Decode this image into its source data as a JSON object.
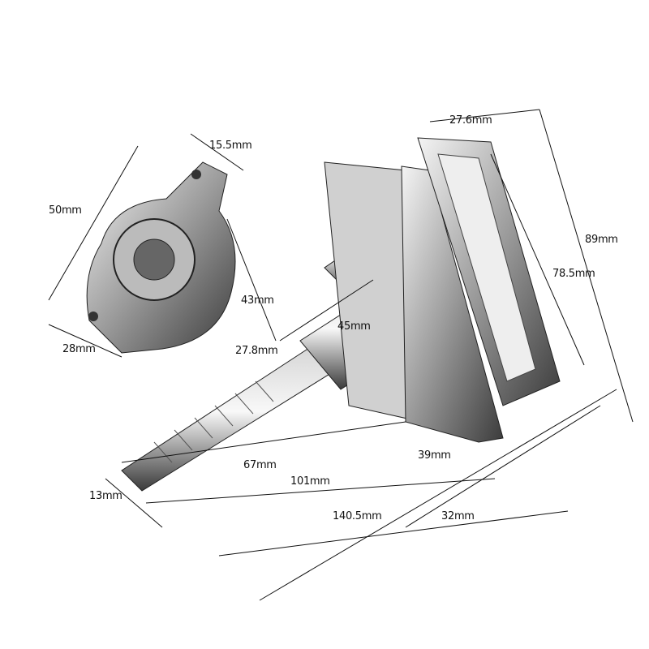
{
  "title": "Lock dimension diagram",
  "colors": {
    "metal_light": "#e6e6e6",
    "metal_mid": "#a8a8a8",
    "metal_dark": "#4a4a4a",
    "line": "#111111"
  },
  "dimensions": {
    "cam_width": "15.5mm",
    "cam_length": "50mm",
    "cam_height": "43mm",
    "cam_base": "28mm",
    "handle_width": "27.6mm",
    "handle_length": "89mm",
    "handle_inner": "78.5mm",
    "barrel_length": "45mm",
    "barrel_diameter": "27.8mm",
    "base_width": "39mm",
    "thread_length": "67mm",
    "shaft_length": "101mm",
    "shaft_width": "13mm",
    "total_length": "140.5mm",
    "handle_depth": "32mm"
  }
}
